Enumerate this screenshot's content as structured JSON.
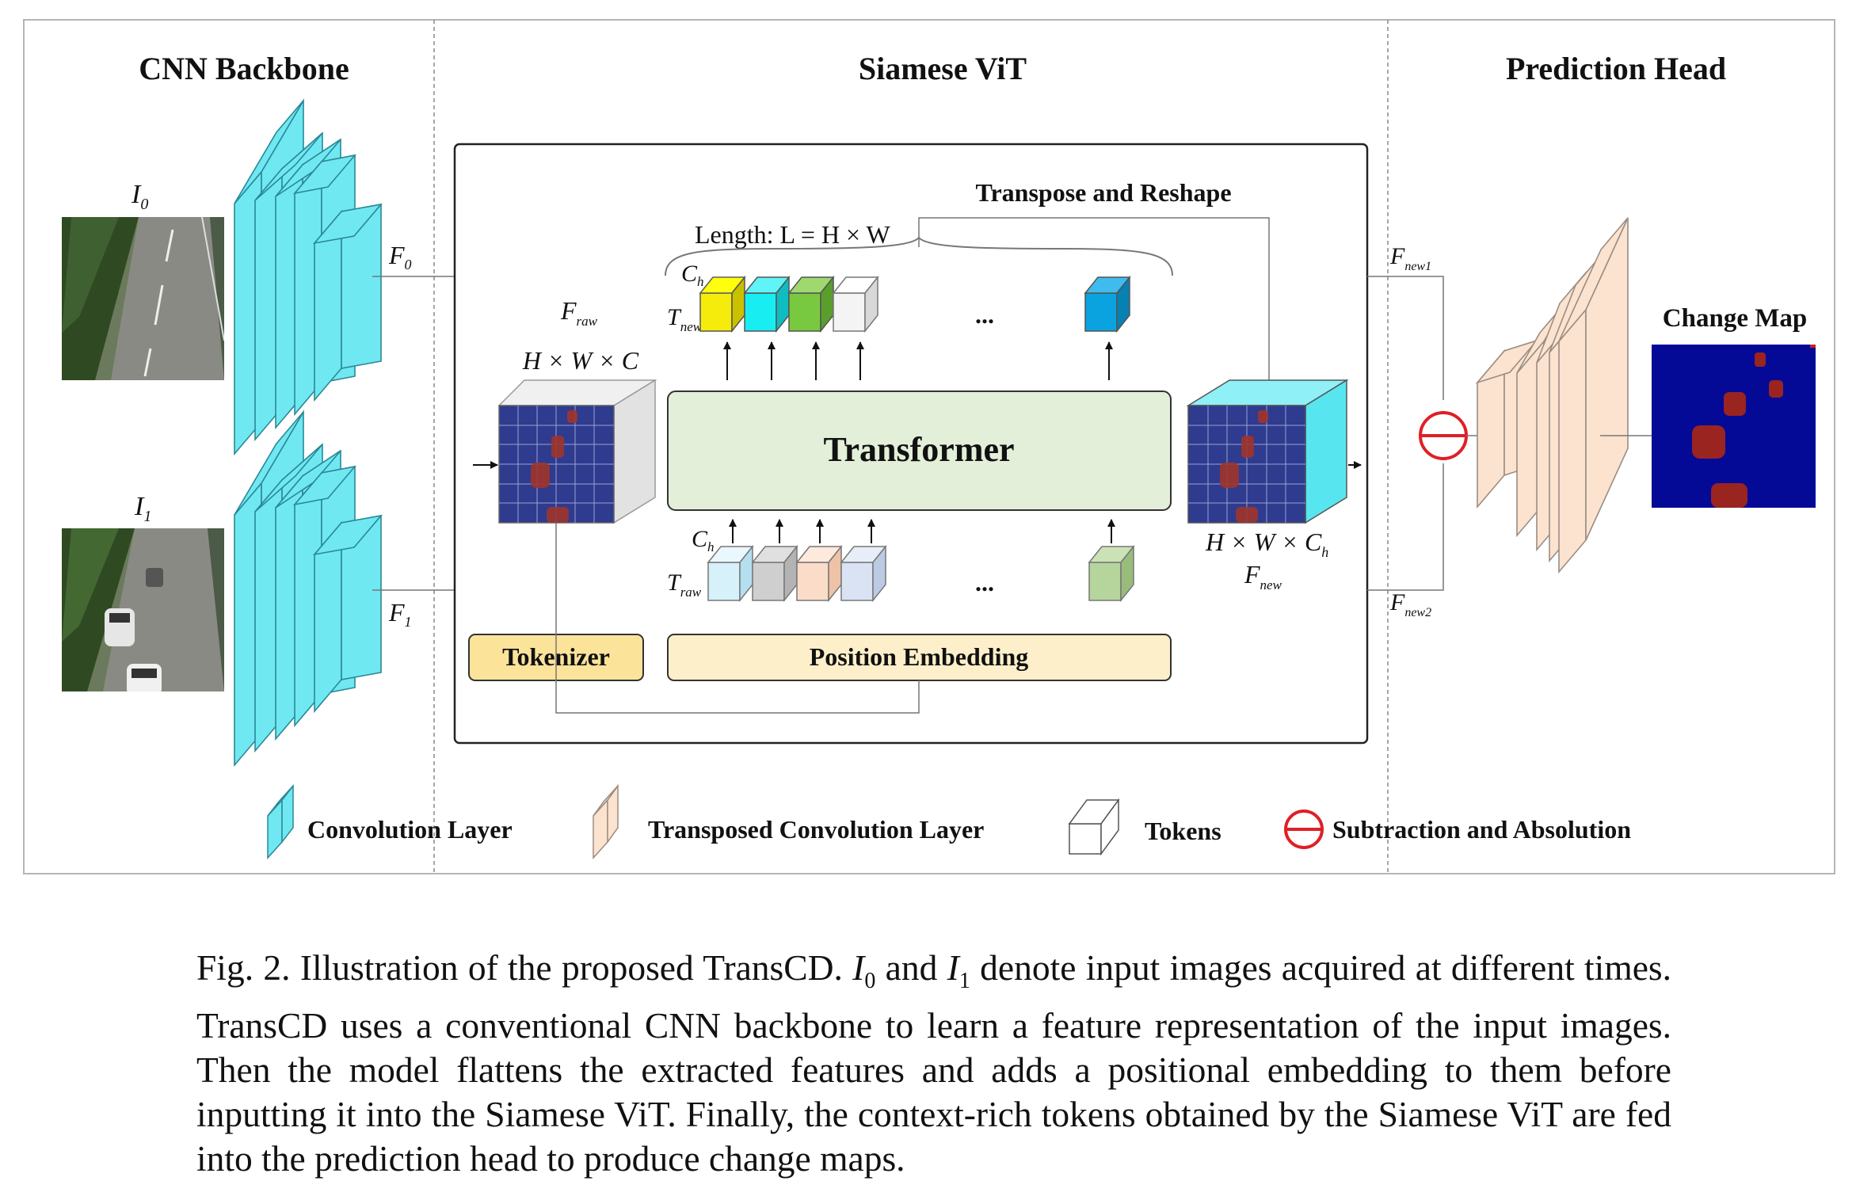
{
  "sections": {
    "cnn_backbone": "CNN Backbone",
    "siamese_vit": "Siamese ViT",
    "prediction_head": "Prediction Head"
  },
  "labels": {
    "img0_main": "I",
    "img0_sub": "0",
    "img1_main": "I",
    "img1_sub": "1",
    "f0_main": "F",
    "f0_sub": "0",
    "f1_main": "F",
    "f1_sub": "1",
    "fraw_main": "F",
    "fraw_sub": "raw",
    "fraw_dims": "H × W × C",
    "transpose_reshape": "Transpose and Reshape",
    "length": "Length: L = H × W",
    "ch_top_main": "C",
    "ch_top_sub": "h",
    "tnew_main": "T",
    "tnew_sub": "new",
    "ellipsis": "...",
    "transformer": "Transformer",
    "ch_bottom_main": "C",
    "ch_bottom_sub": "h",
    "traw_main": "T",
    "traw_sub": "raw",
    "fnew_dims_main": "H × W × C",
    "fnew_dims_sub": "h",
    "fnew_main": "F",
    "fnew_sub": "new",
    "tokenizer": "Tokenizer",
    "position_embedding": "Position Embedding",
    "fnew1_main": "F",
    "fnew1_sub": "new1",
    "fnew2_main": "F",
    "fnew2_sub": "new2",
    "change_map": "Change Map"
  },
  "legend": {
    "conv": "Convolution Layer",
    "transconv": "Transposed Convolution Layer",
    "tokens": "Tokens",
    "subtraction": "Subtraction and Absolution"
  },
  "colors": {
    "conv_cyan": "#6fe8f2",
    "transconv_peach": "#fbe3d0",
    "transformer_green": "#e3efd9",
    "embedding_yellow": "#fdefc9",
    "tokenizer_yellow": "#fbe39a",
    "feature_navy": "#2e3b8f",
    "change_region_red": "#a0352b",
    "subtract_red": "#e01f26",
    "token_top": [
      "#f5ec0c",
      "#18edf2",
      "#79c940",
      "#ededed",
      "#0aa3e0"
    ],
    "token_bottom": [
      "#d6f1fa",
      "#cfcfcf",
      "#fbdcc8",
      "#d9e3f3",
      "#b6d59c"
    ]
  },
  "icons": [
    "road-scene-image-0",
    "road-scene-image-1",
    "cube-icon",
    "subtract-abs-icon"
  ],
  "caption": {
    "prefix": "Fig. 2. Illustration of the proposed TransCD. ",
    "i0_main": "I",
    "i0_sub": "0",
    "and": " and ",
    "i1_main": "I",
    "i1_sub": "1",
    "rest": " denote input images acquired at different times. TransCD uses a conventional CNN backbone to learn a feature representation of the input images. Then the model flattens the extracted features and adds a positional embedding to them before inputting it into the Siamese ViT. Finally, the context-rich tokens obtained by the Siamese ViT are fed into the prediction head to produce change maps."
  }
}
